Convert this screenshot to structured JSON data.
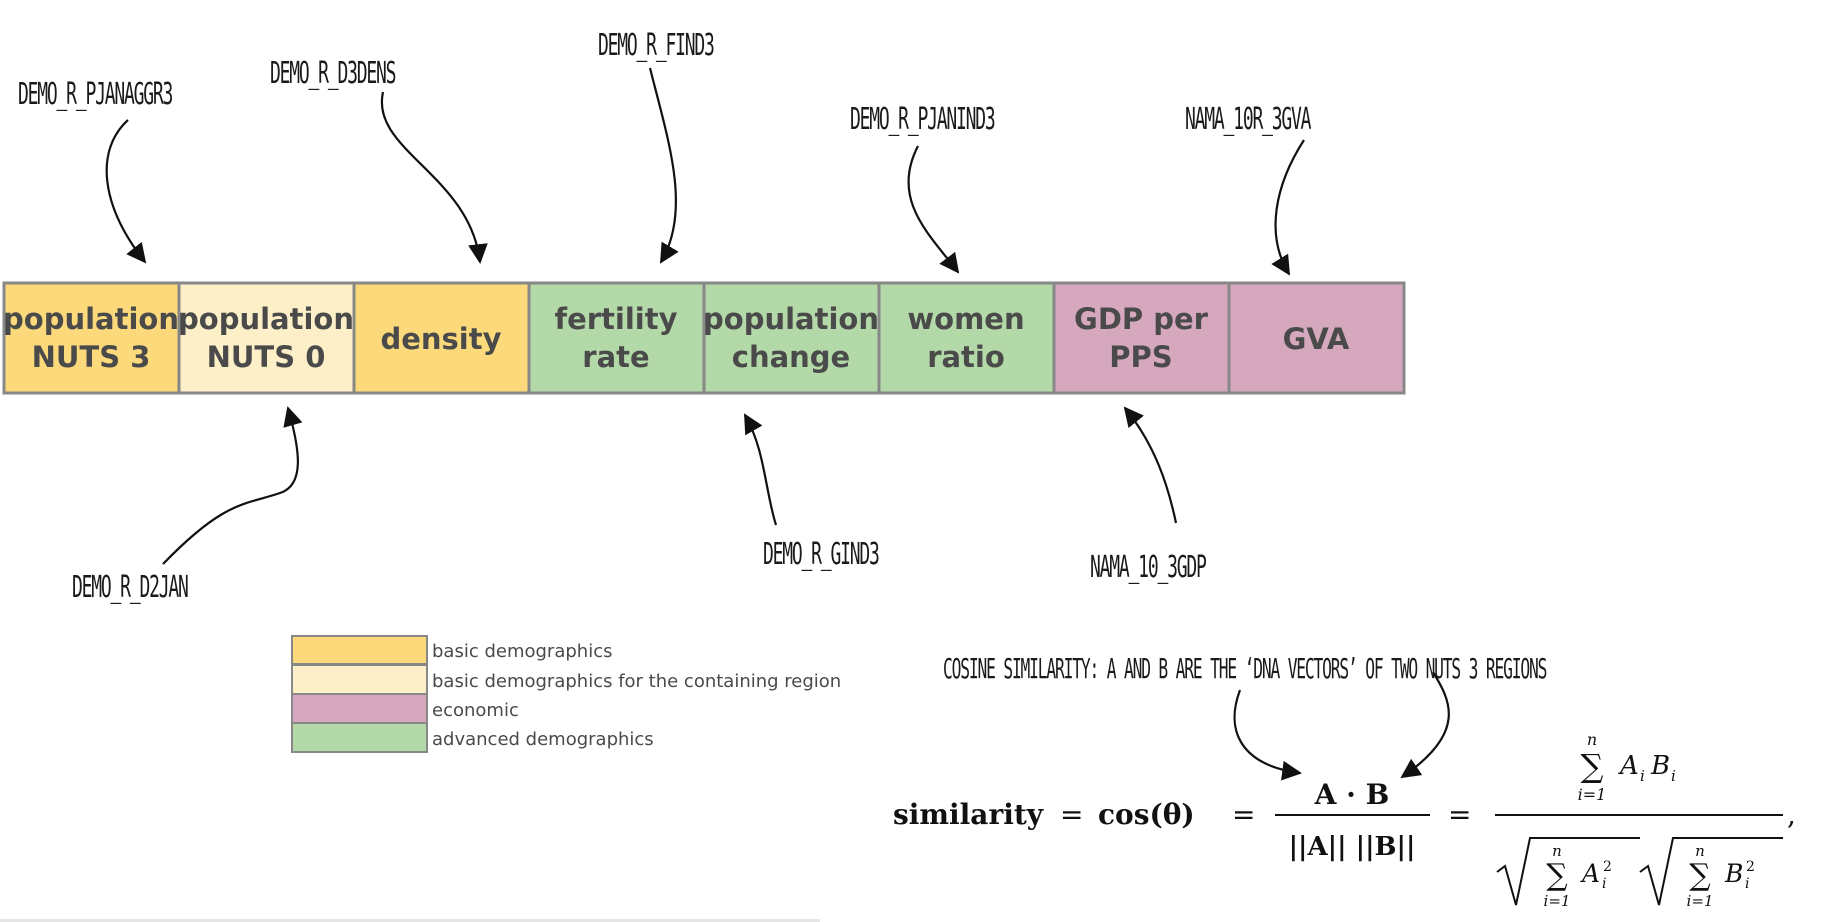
{
  "colors": {
    "basic": "#fcd97a",
    "basic_containing": "#fdf0c9",
    "advanced": "#b4d9a8",
    "economic": "#d6a8be",
    "border": "#888888"
  },
  "vector_boxes": [
    {
      "line1": "population",
      "line2": "NUTS 3",
      "category": "basic"
    },
    {
      "line1": "population",
      "line2": "NUTS 0",
      "category": "basic_containing"
    },
    {
      "line1": "density",
      "line2": "",
      "category": "basic"
    },
    {
      "line1": "fertility",
      "line2": "rate",
      "category": "advanced"
    },
    {
      "line1": "population",
      "line2": "change",
      "category": "advanced"
    },
    {
      "line1": "women",
      "line2": "ratio",
      "category": "advanced"
    },
    {
      "line1": "GDP per",
      "line2": "PPS",
      "category": "economic"
    },
    {
      "line1": "GVA",
      "line2": "",
      "category": "economic"
    }
  ],
  "dataset_labels": [
    {
      "text": "DEMO_R_PJANAGGR3"
    },
    {
      "text": "DEMO_R_D3DENS"
    },
    {
      "text": "DEMO_R_FIND3"
    },
    {
      "text": "DEMO_R_PJANIND3"
    },
    {
      "text": "NAMA_10R_3GVA"
    },
    {
      "text": "DEMO_R_D2JAN"
    },
    {
      "text": "DEMO_R_GIND3"
    },
    {
      "text": "NAMA_10_3GDP"
    }
  ],
  "legend": [
    {
      "label": "basic demographics",
      "category": "basic"
    },
    {
      "label": "basic demographics for the containing region",
      "category": "basic_containing"
    },
    {
      "label": "economic",
      "category": "economic"
    },
    {
      "label": "advanced demographics",
      "category": "advanced"
    }
  ],
  "cosine_caption": "COSINE SIMILARITY: A AND B ARE THE ‘DNA VECTORS’ OF TWO NUTS 3 REGIONS",
  "formula": {
    "lhs": "similarity",
    "eq": "=",
    "cos": "cos(θ)",
    "num1": "A · B",
    "den1": "||A|| ||B||",
    "sum_top": "n",
    "sum_bottom": "i=1",
    "term_num": "A",
    "term_num_i": "i",
    "term_num2": "B",
    "term_num2_i": "i",
    "term_den_a": "A",
    "term_den_b": "B",
    "sub": "i",
    "sup": "2",
    "comma": ","
  }
}
